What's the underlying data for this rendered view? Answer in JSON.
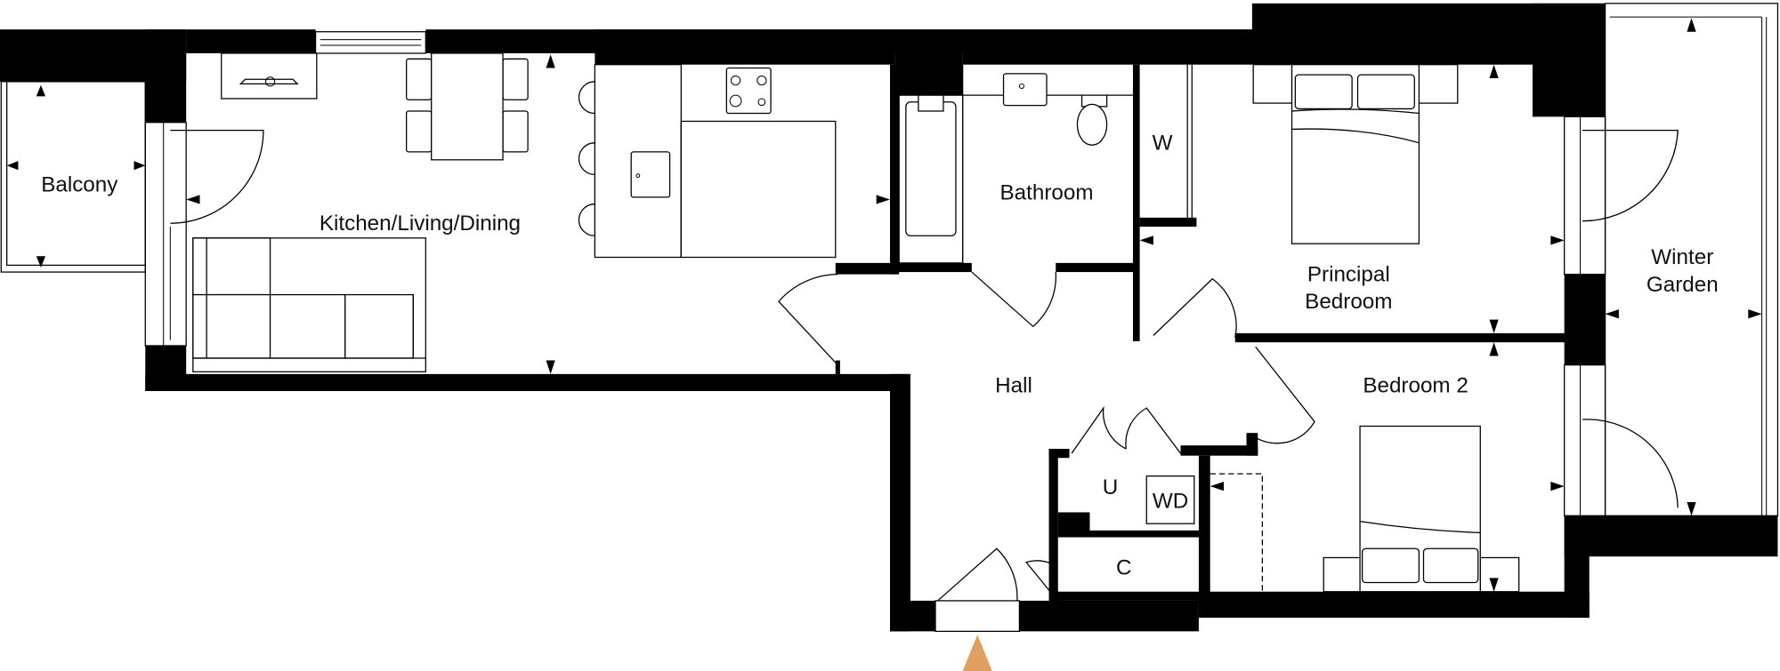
{
  "plan": {
    "title": "Apartment floor plan",
    "entrance_color": "#E0A060",
    "wall_color": "#000000",
    "rooms": {
      "balcony": "Balcony",
      "kitchen": "Kitchen/Living/Dining",
      "bathroom": "Bathroom",
      "wardrobe": "W",
      "principal_line1": "Principal",
      "principal_line2": "Bedroom",
      "winter_line1": "Winter",
      "winter_line2": "Garden",
      "hall": "Hall",
      "bedroom2": "Bedroom 2",
      "utility": "U",
      "washer_dryer": "WD",
      "cupboard": "C"
    }
  }
}
